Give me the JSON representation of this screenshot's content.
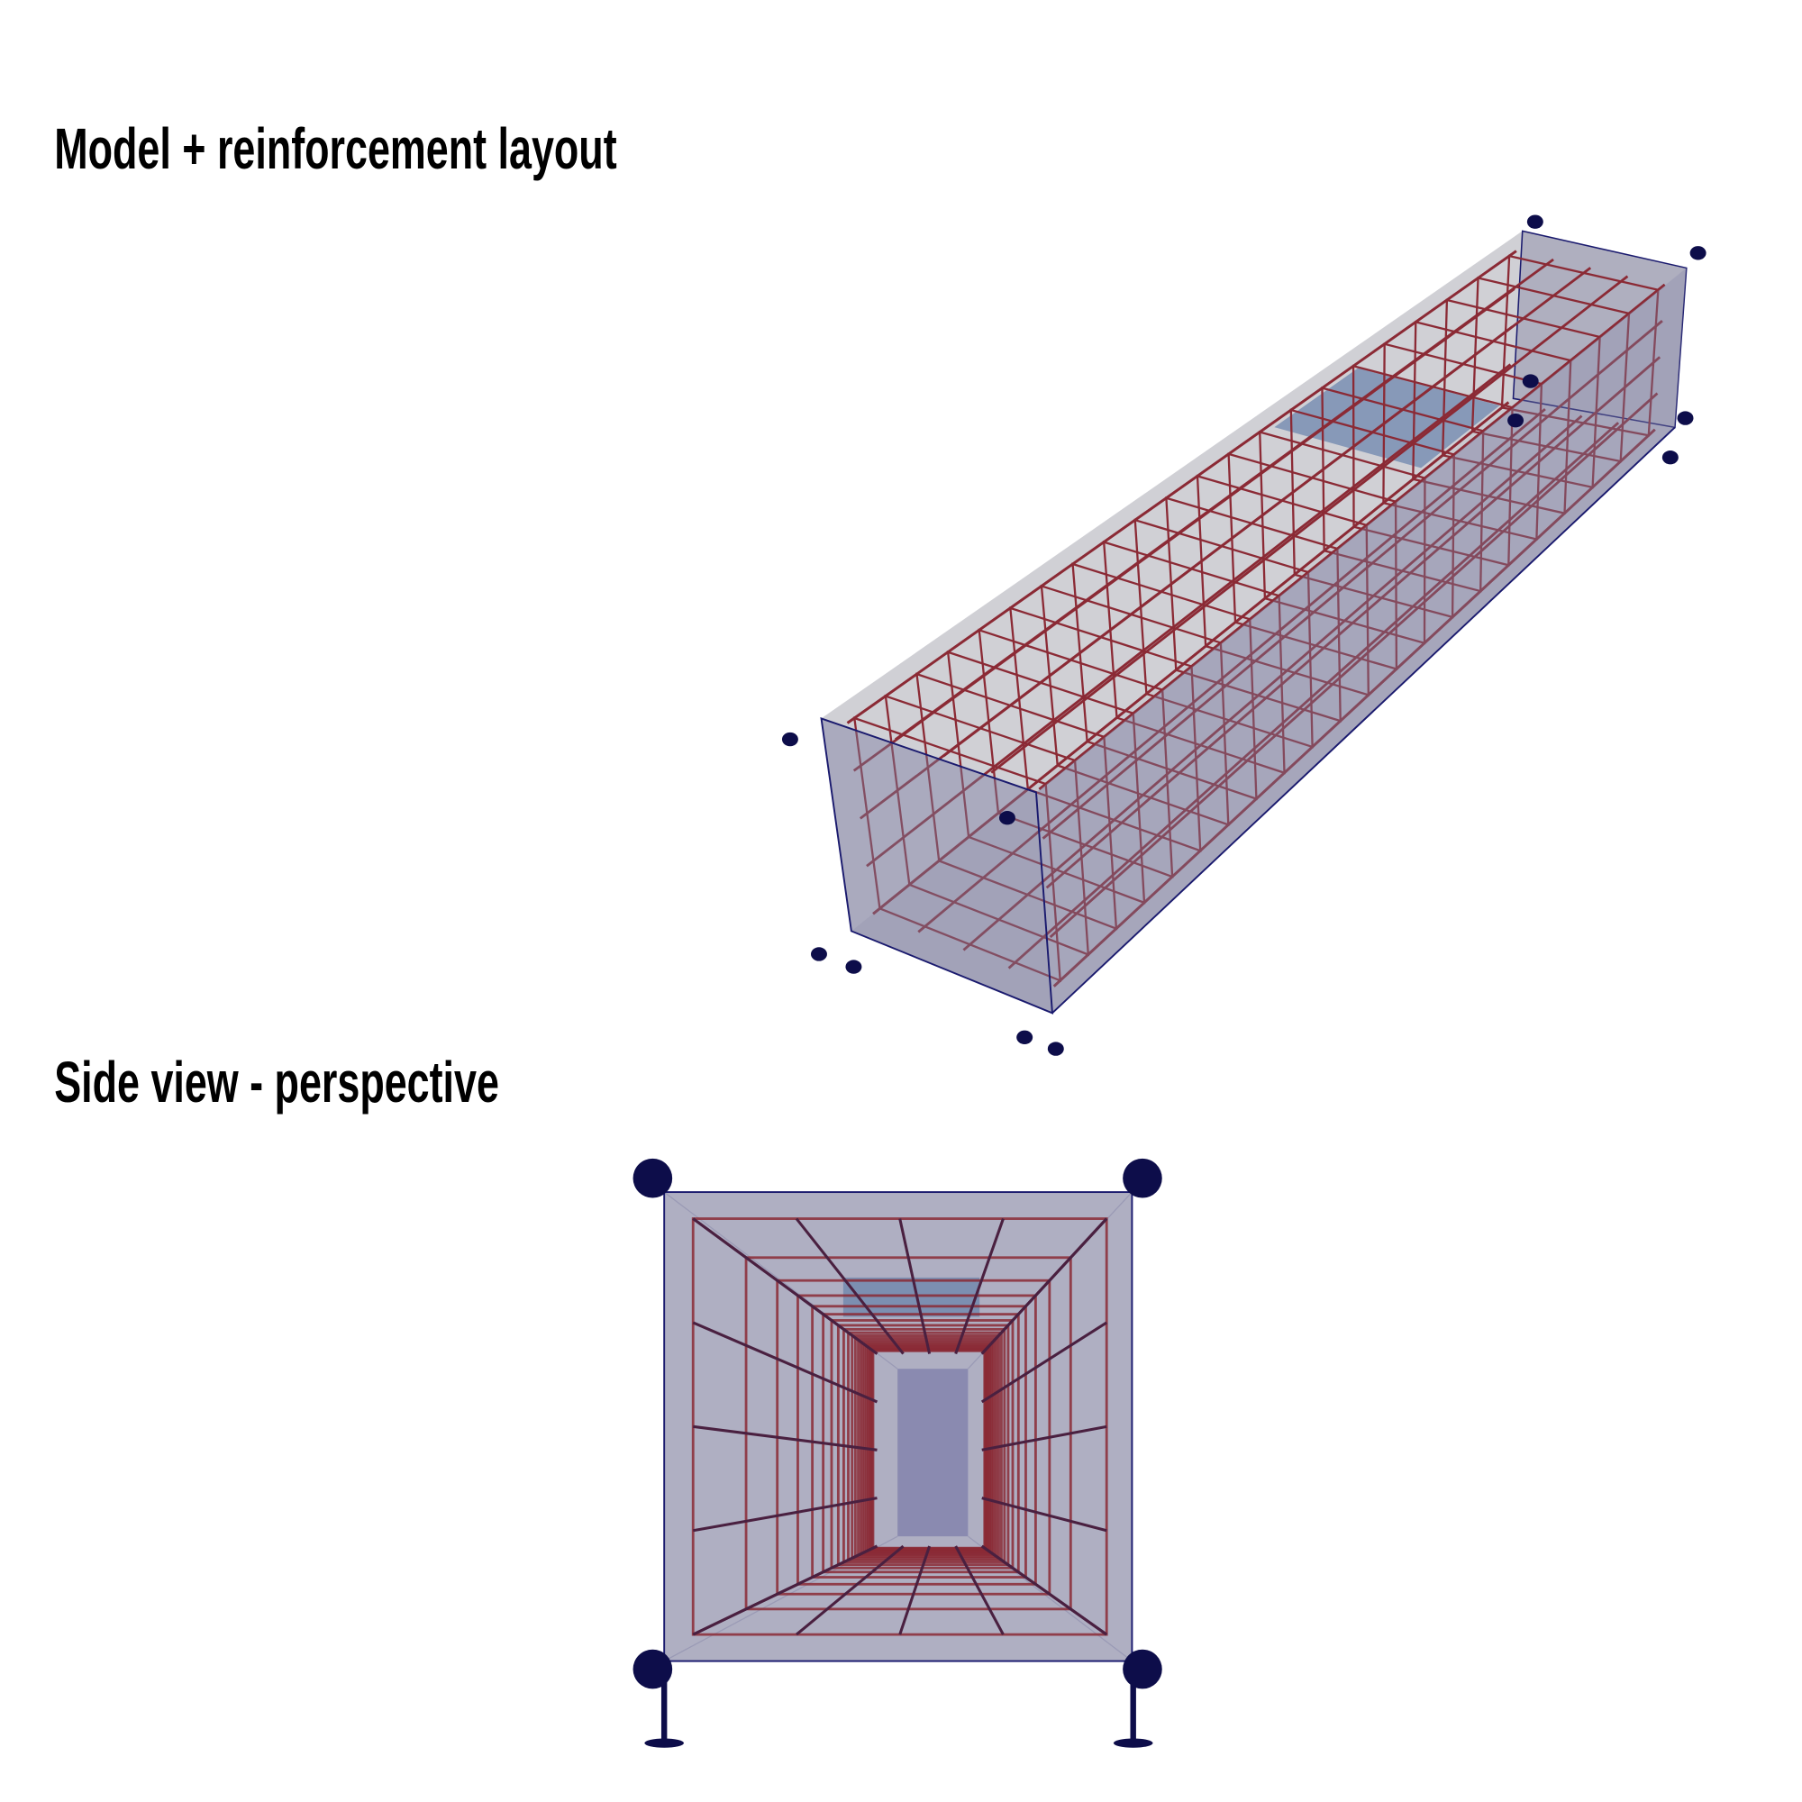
{
  "titles": {
    "model": "Model + reinforcement layout",
    "side": "Side view - perspective"
  },
  "colors": {
    "rebar": "#8b2a35",
    "support": "#0d0d4a",
    "concrete_face": "#7a7a9a",
    "top_face": "#cfcfcf",
    "edge": "#1a1a6e",
    "load_plate": "#6f87ad"
  },
  "model": {
    "stirrup_count": 22,
    "bars_per_side": 5
  }
}
